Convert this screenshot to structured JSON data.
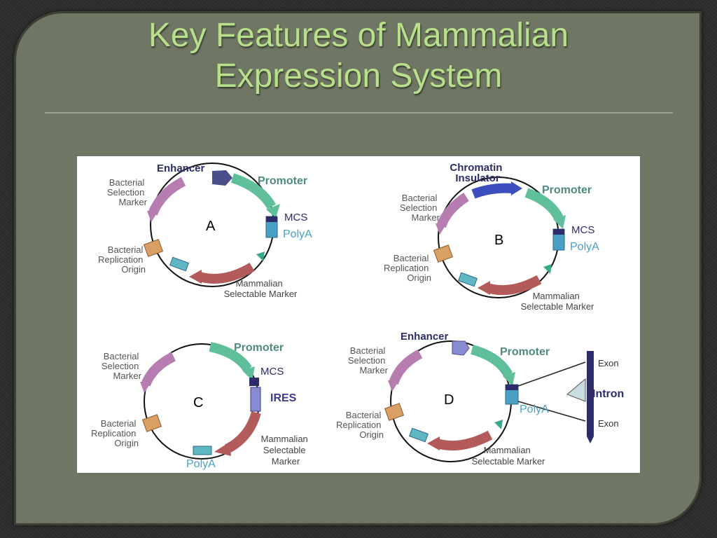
{
  "slide": {
    "title_line1": "Key Features of Mammalian",
    "title_line2": "Expression System"
  },
  "colors": {
    "title": "#b8e08a",
    "panel": "#6f7663",
    "promoter": "#5fbf9a",
    "selectable_marker": "#b35a5a",
    "bacterial_marker": "#b77cb0",
    "replication_origin": "#d9a066",
    "enhancer": "#4a4f8a",
    "insulator": "#3d4fbf"
  },
  "diagram": {
    "A": {
      "letter": "A",
      "enhancer": "Enhancer",
      "promoter": "Promoter",
      "mcs": "MCS",
      "polya": "PolyA",
      "bact_sel": [
        "Bacterial",
        "Selection",
        "Marker"
      ],
      "bact_rep": [
        "Bacterial",
        "Replication",
        "Origin"
      ],
      "mam_sel": [
        "Mammalian",
        "Selectable Marker"
      ]
    },
    "B": {
      "letter": "B",
      "insulator": [
        "Chromatin",
        "Insulator"
      ],
      "promoter": "Promoter",
      "mcs": "MCS",
      "polya": "PolyA",
      "bact_sel": [
        "Bacterial",
        "Selection",
        "Marker"
      ],
      "bact_rep": [
        "Bacterial",
        "Replication",
        "Origin"
      ],
      "mam_sel": [
        "Mammalian",
        "Selectable Marker"
      ]
    },
    "C": {
      "letter": "C",
      "promoter": "Promoter",
      "mcs": "MCS",
      "ires": "IRES",
      "polya": "PolyA",
      "bact_sel": [
        "Bacterial",
        "Selection",
        "Marker"
      ],
      "bact_rep": [
        "Bacterial",
        "Replication",
        "Origin"
      ],
      "mam_sel": [
        "Mammalian",
        "Selectable",
        "Marker"
      ]
    },
    "D": {
      "letter": "D",
      "enhancer": "Enhancer",
      "promoter": "Promoter",
      "polya": "PolyA",
      "exon_top": "Exon",
      "intron": "Intron",
      "exon_bottom": "Exon",
      "bact_sel": [
        "Bacterial",
        "Selection",
        "Marker"
      ],
      "bact_rep": [
        "Bacterial",
        "Replication",
        "Origin"
      ],
      "mam_sel": [
        "Mammalian",
        "Selectable Marker"
      ]
    }
  }
}
